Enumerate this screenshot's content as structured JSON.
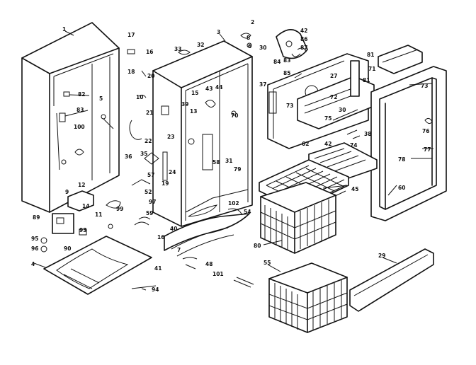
{
  "labels": [
    {
      "key": "L1",
      "text": "1"
    },
    {
      "key": "L17",
      "text": "17"
    },
    {
      "key": "L16",
      "text": "16"
    },
    {
      "key": "L18",
      "text": "18"
    },
    {
      "key": "L20",
      "text": "20"
    },
    {
      "key": "L33",
      "text": "33"
    },
    {
      "key": "L32",
      "text": "32"
    },
    {
      "key": "L3",
      "text": "3"
    },
    {
      "key": "L2",
      "text": "2"
    },
    {
      "key": "L8",
      "text": "8"
    },
    {
      "key": "L6",
      "text": "6"
    },
    {
      "key": "L42a",
      "text": "42"
    },
    {
      "key": "L86",
      "text": "86"
    },
    {
      "key": "L87",
      "text": "87"
    },
    {
      "key": "L30a",
      "text": "30"
    },
    {
      "key": "L83",
      "text": "83"
    },
    {
      "key": "L81a",
      "text": "81"
    },
    {
      "key": "L71",
      "text": "71"
    },
    {
      "key": "L84",
      "text": "84"
    },
    {
      "key": "L85",
      "text": "85"
    },
    {
      "key": "L27",
      "text": "27"
    },
    {
      "key": "L81b",
      "text": "81"
    },
    {
      "key": "L73a",
      "text": "73"
    },
    {
      "key": "L82",
      "text": "82"
    },
    {
      "key": "L83b",
      "text": "83"
    },
    {
      "key": "L100",
      "text": "100"
    },
    {
      "key": "L5",
      "text": "5"
    },
    {
      "key": "L10",
      "text": "10"
    },
    {
      "key": "L43",
      "text": "43"
    },
    {
      "key": "L44",
      "text": "44"
    },
    {
      "key": "L15",
      "text": "15"
    },
    {
      "key": "L39",
      "text": "39"
    },
    {
      "key": "L13",
      "text": "13"
    },
    {
      "key": "L70",
      "text": "70"
    },
    {
      "key": "L21",
      "text": "21"
    },
    {
      "key": "L22",
      "text": "22"
    },
    {
      "key": "L23",
      "text": "23"
    },
    {
      "key": "L24",
      "text": "24"
    },
    {
      "key": "L37",
      "text": "37"
    },
    {
      "key": "L73b",
      "text": "73"
    },
    {
      "key": "L72",
      "text": "72"
    },
    {
      "key": "L30b",
      "text": "30"
    },
    {
      "key": "L75",
      "text": "75"
    },
    {
      "key": "L38",
      "text": "38"
    },
    {
      "key": "L74",
      "text": "74"
    },
    {
      "key": "L42b",
      "text": "42"
    },
    {
      "key": "L62",
      "text": "62"
    },
    {
      "key": "L76",
      "text": "76"
    },
    {
      "key": "L77",
      "text": "77"
    },
    {
      "key": "L78",
      "text": "78"
    },
    {
      "key": "L60",
      "text": "60"
    },
    {
      "key": "L45",
      "text": "45"
    },
    {
      "key": "L36",
      "text": "36"
    },
    {
      "key": "L35",
      "text": "35"
    },
    {
      "key": "L57",
      "text": "57"
    },
    {
      "key": "L58",
      "text": "58"
    },
    {
      "key": "L31",
      "text": "31"
    },
    {
      "key": "L79",
      "text": "79"
    },
    {
      "key": "L12",
      "text": "12"
    },
    {
      "key": "L14",
      "text": "14"
    },
    {
      "key": "L52",
      "text": "52"
    },
    {
      "key": "L97",
      "text": "97"
    },
    {
      "key": "L19",
      "text": "19"
    },
    {
      "key": "L11",
      "text": "11"
    },
    {
      "key": "L99",
      "text": "99"
    },
    {
      "key": "L89",
      "text": "89"
    },
    {
      "key": "L102",
      "text": "102"
    },
    {
      "key": "L54",
      "text": "54"
    },
    {
      "key": "L40",
      "text": "40"
    },
    {
      "key": "L59",
      "text": "59"
    },
    {
      "key": "L93",
      "text": "93"
    },
    {
      "key": "L95",
      "text": "95"
    },
    {
      "key": "L96",
      "text": "96"
    },
    {
      "key": "L9",
      "text": "9"
    },
    {
      "key": "L90",
      "text": "90"
    },
    {
      "key": "L16b",
      "text": "16"
    },
    {
      "key": "L80",
      "text": "80"
    },
    {
      "key": "L41",
      "text": "41"
    },
    {
      "key": "L48",
      "text": "48"
    },
    {
      "key": "L101",
      "text": "101"
    },
    {
      "key": "L55",
      "text": "55"
    },
    {
      "key": "L29",
      "text": "29"
    },
    {
      "key": "L94",
      "text": "94"
    },
    {
      "key": "L4",
      "text": "4"
    },
    {
      "key": "L7",
      "text": "7"
    }
  ]
}
